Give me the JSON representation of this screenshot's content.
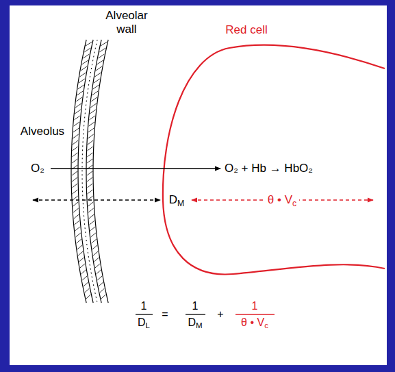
{
  "diagram": {
    "labels": [
      "Alveolar wall",
      "Red cell",
      "Alveolus",
      "O₂",
      "O₂ + Hb → HbO₂",
      "DM",
      "θ • Vc",
      "1",
      "DL",
      "=",
      "1",
      "DM",
      "+",
      "1",
      "θ • Vc"
    ]
  }
}
